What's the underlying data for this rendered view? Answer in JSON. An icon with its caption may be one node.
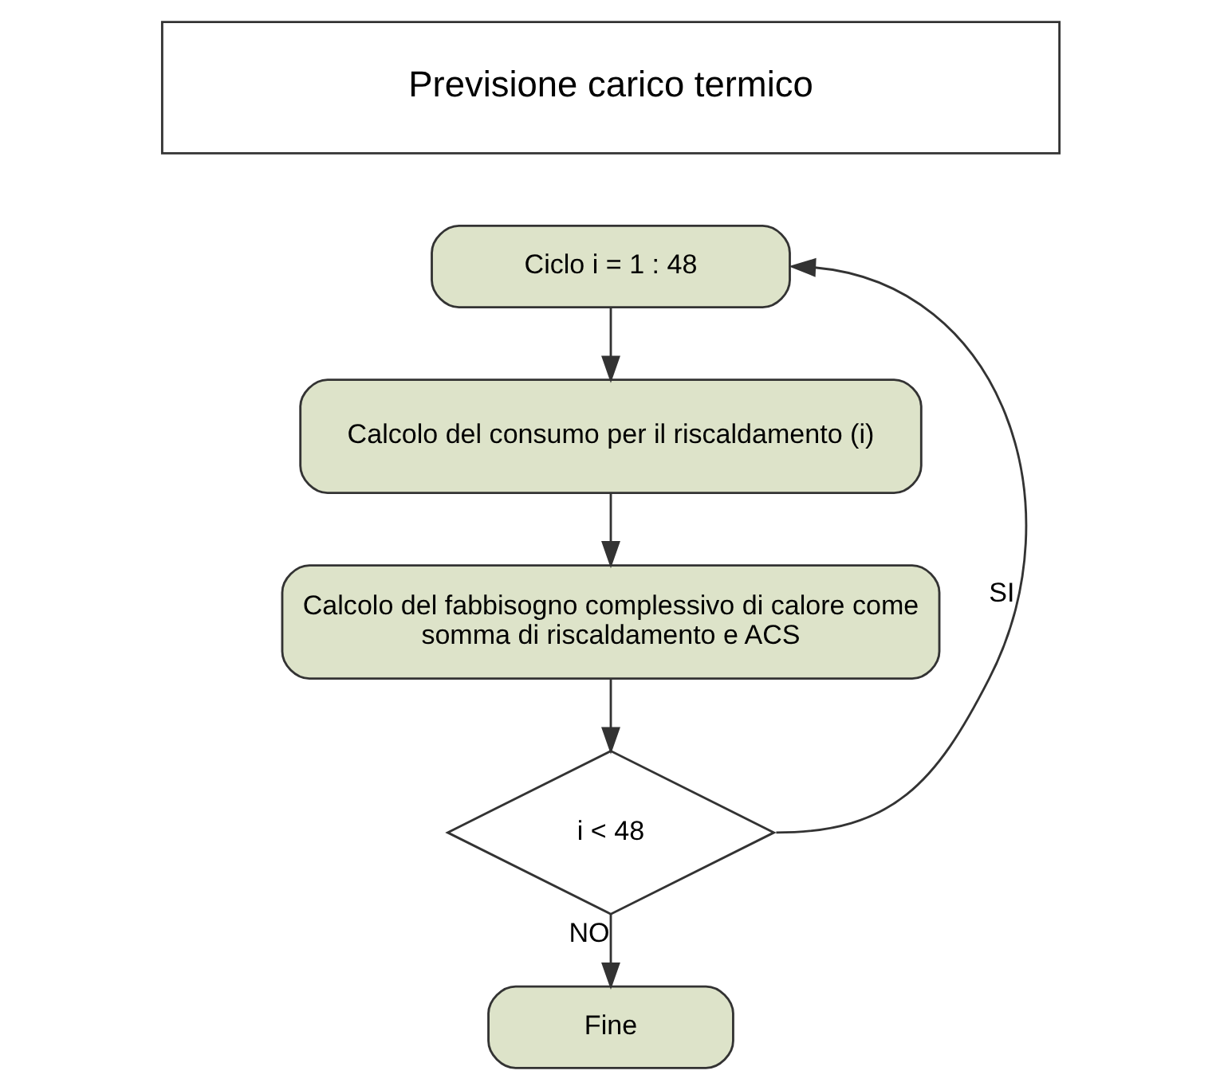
{
  "diagram": {
    "nodes": [
      {
        "text": [
          "Previsione carico termico"
        ]
      },
      {
        "text": [
          "Ciclo i = 1 : 48"
        ]
      },
      {
        "text": [
          "Calcolo del consumo per il riscaldamento (i)"
        ]
      },
      {
        "text": [
          "Calcolo del fabbisogno complessivo di calore come somma di riscaldamento e ACS"
        ]
      },
      {
        "text": [
          "i < 48"
        ]
      },
      {
        "text": [
          "Fine"
        ]
      }
    ],
    "edges": [
      {
        "from": 1,
        "to": 2,
        "arrow": "to"
      },
      {
        "from": 2,
        "to": 3,
        "arrow": "to"
      },
      {
        "from": 3,
        "to": 4,
        "arrow": "to"
      },
      {
        "from": 4,
        "to": 1,
        "arrow": "to",
        "label": "SI"
      },
      {
        "from": 4,
        "to": 5,
        "arrow": "to",
        "label": "NO"
      }
    ]
  }
}
